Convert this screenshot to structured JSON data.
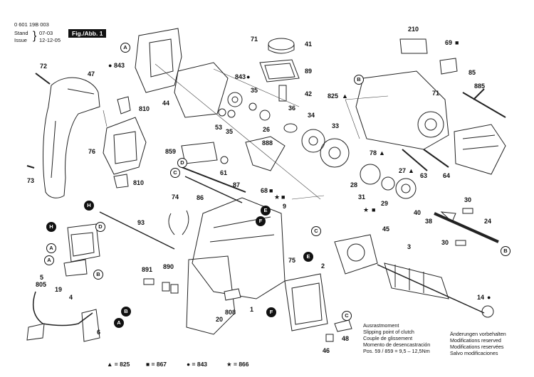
{
  "header": {
    "doc_number": "0 601 19B 003",
    "stand_label": "Stand",
    "stand_value": "07-03",
    "issue_label": "Issue",
    "issue_value": "12-12-05",
    "figure_label": "Fig./Abb. 1"
  },
  "part_labels": [
    "72",
    "47",
    "843",
    "843",
    "44",
    "810",
    "76",
    "73",
    "810",
    "71",
    "41",
    "89",
    "42",
    "35",
    "36",
    "53",
    "35",
    "26",
    "34",
    "33",
    "859",
    "61",
    "888",
    "68",
    "87",
    "86",
    "74",
    "93",
    "9",
    "210",
    "69",
    "85",
    "825",
    "71",
    "885",
    "78",
    "27",
    "63",
    "64",
    "28",
    "31",
    "29",
    "40",
    "38",
    "30",
    "24",
    "30",
    "45",
    "3",
    "75",
    "2",
    "891",
    "890",
    "5",
    "805",
    "19",
    "4",
    "6",
    "20",
    "808",
    "1",
    "14",
    "48",
    "46"
  ],
  "callouts": [
    "A",
    "A",
    "B",
    "B",
    "C",
    "C",
    "C",
    "D",
    "D",
    "E",
    "E",
    "F",
    "F",
    "H",
    "H",
    "B",
    "A",
    "B",
    "A"
  ],
  "clutch_note": [
    "Ausrastmoment",
    "Slipping point of clutch",
    "Couple de glissement",
    "Momento de desencastración",
    "Pos.  59 / 859  =  9,5 – 12,5Nm"
  ],
  "modification_note": [
    "Änderungen vorbehalten",
    "Modifications reserved",
    "Modifications reservées",
    "Salvo modificaciones"
  ],
  "legend": [
    {
      "symbol": "▲",
      "value": "= 825"
    },
    {
      "symbol": "■",
      "value": "= 867"
    },
    {
      "symbol": "●",
      "value": "= 843"
    },
    {
      "symbol": "★",
      "value": "= 866"
    }
  ]
}
